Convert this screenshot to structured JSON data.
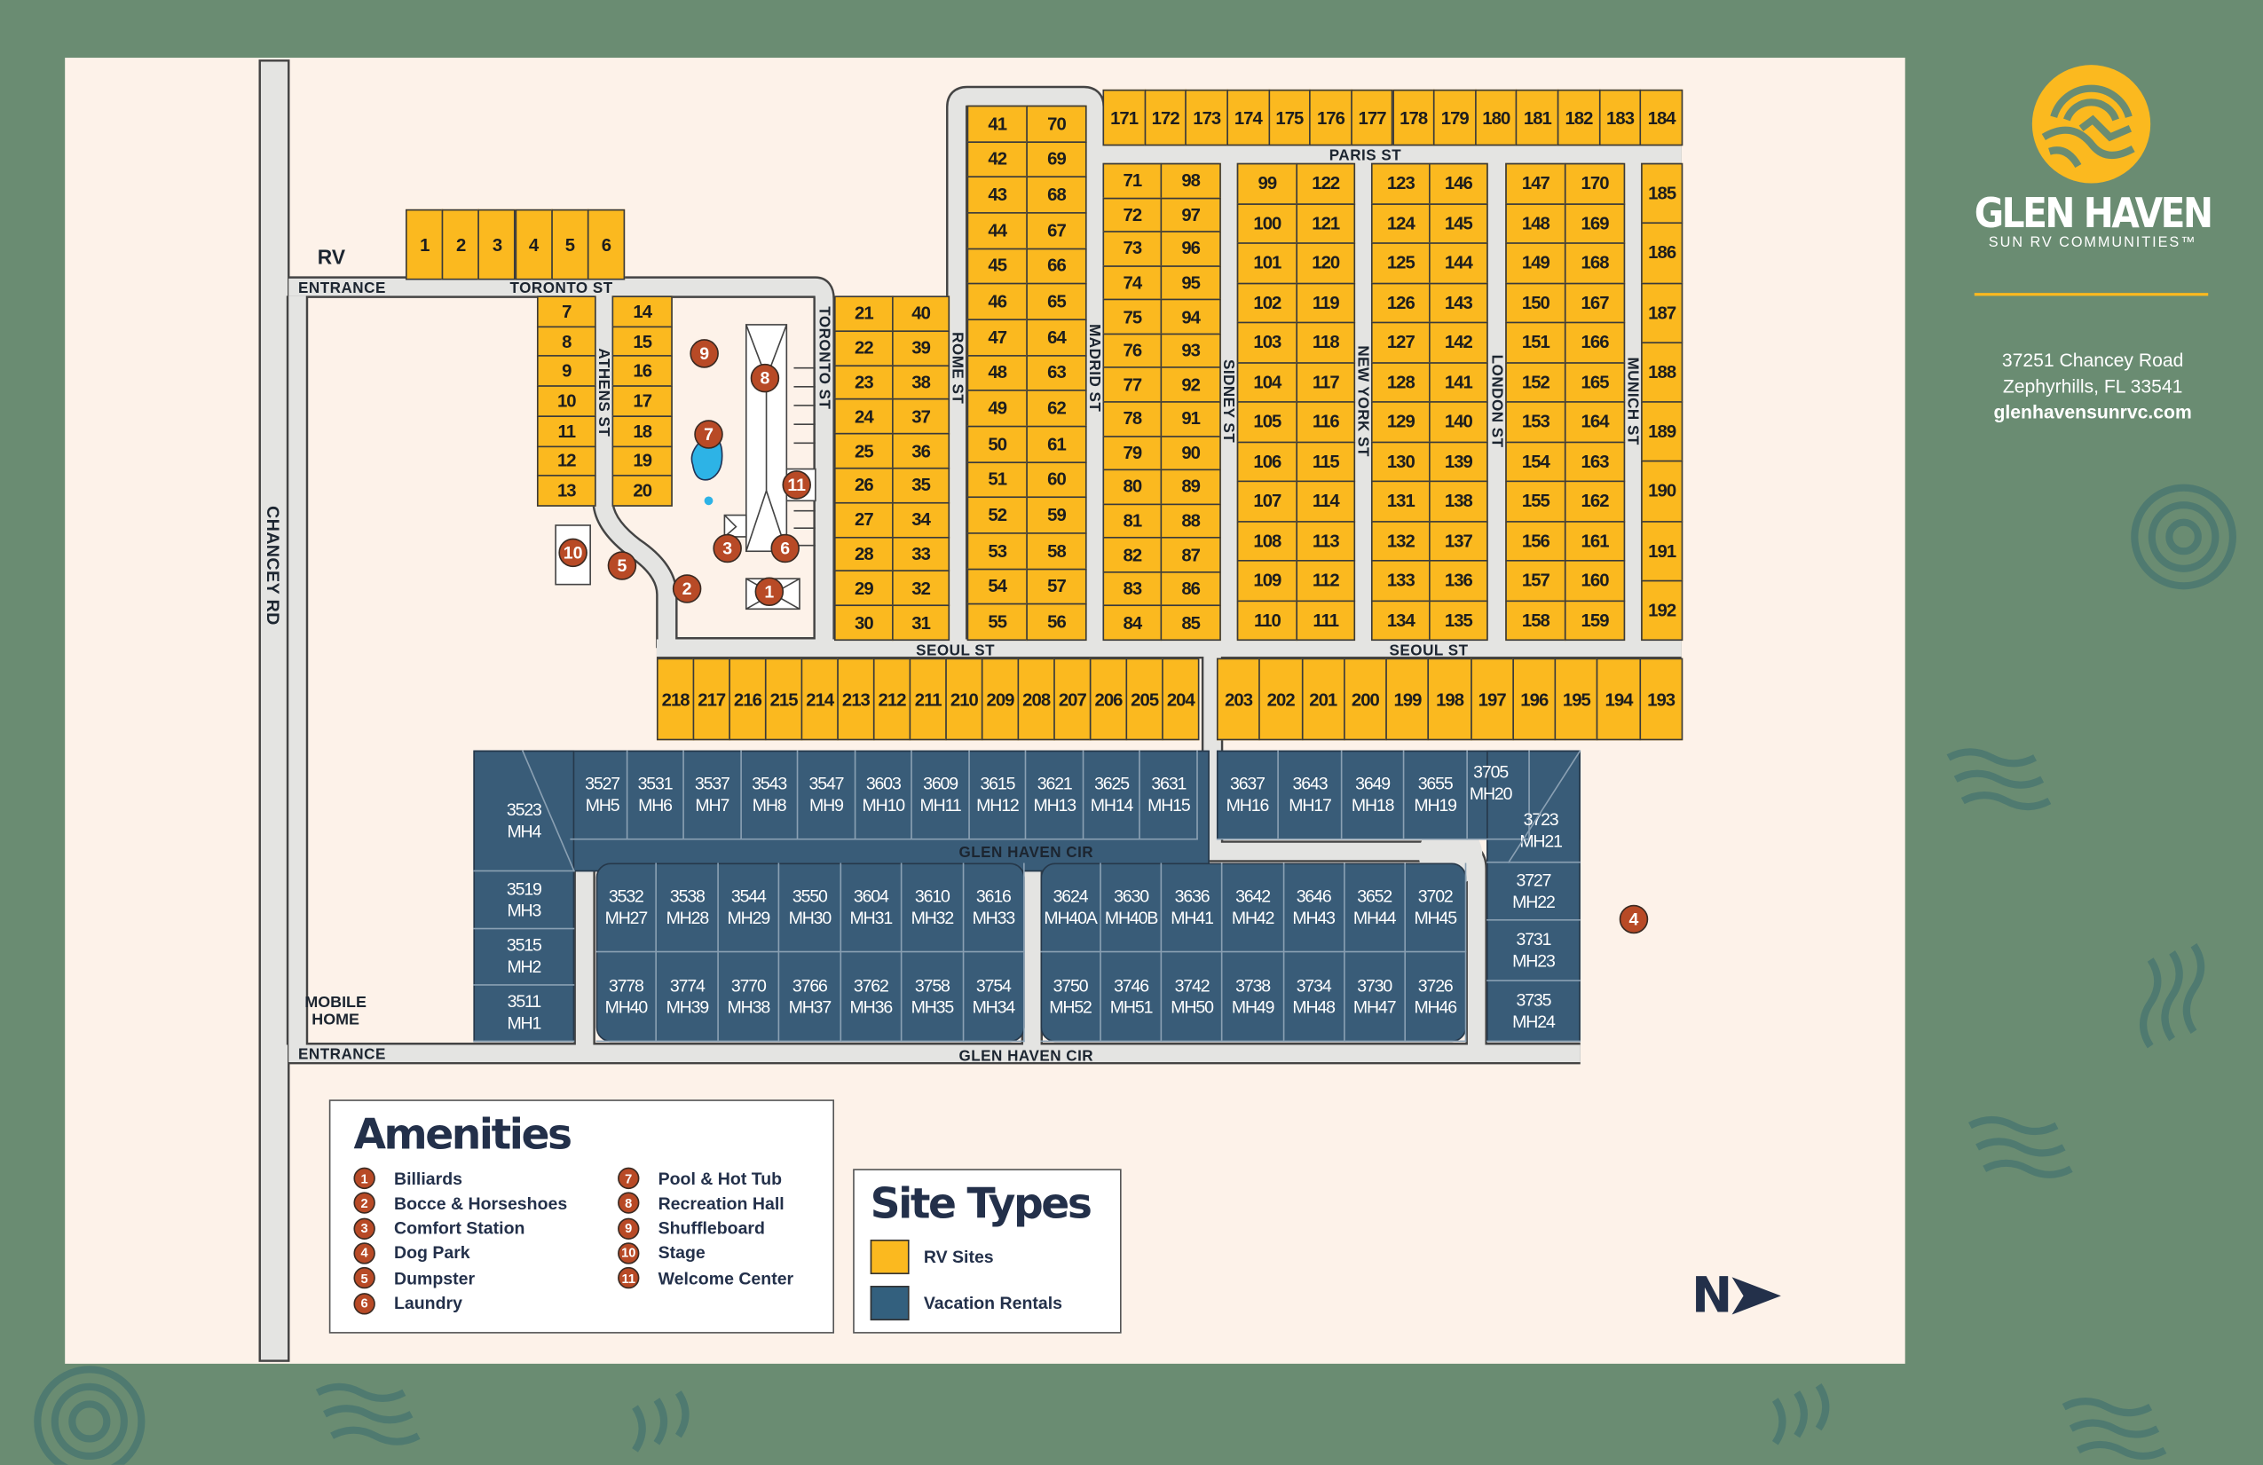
{
  "brand": {
    "name": "GLEN HAVEN",
    "tagline": "SUN RV COMMUNITIES™",
    "address_line1": "37251 Chancey Road",
    "address_line2": "Zephyrhills, FL 33541",
    "website": "glenhavensunrvc.com"
  },
  "colors": {
    "background": "#6a8c72",
    "map": "#fdf2e9",
    "rv_sites": "#fbb91f",
    "vacation_rentals": "#395c78",
    "amenity_marker": "#b84a26",
    "accent": "#fbb91f"
  },
  "entrances": {
    "rv": "RV",
    "rv_entrance": "ENTRANCE",
    "mobile_home": "MOBILE HOME",
    "mh_entrance": "ENTRANCE"
  },
  "streets": {
    "chancey": "CHANCEY RD",
    "toronto_h": "TORONTO ST",
    "toronto_v": "TORONTO ST",
    "athens": "ATHENS ST",
    "rome": "ROME ST",
    "madrid": "MADRID ST",
    "sidney": "SIDNEY ST",
    "new_york": "NEW YORK ST",
    "london": "LONDON ST",
    "munich": "MUNICH ST",
    "paris": "PARIS ST",
    "seoul_1": "SEOUL ST",
    "seoul_2": "SEOUL ST",
    "glen_haven_1": "GLEN HAVEN CIR",
    "glen_haven_2": "GLEN HAVEN CIR"
  },
  "rv_blocks": [
    [
      "1",
      "2",
      "3",
      "4",
      "5",
      "6"
    ],
    [
      "7",
      "8",
      "9",
      "10",
      "11",
      "12",
      "13"
    ],
    [
      "14",
      "15",
      "16",
      "17",
      "18",
      "19",
      "20"
    ],
    [
      "21",
      "22",
      "23",
      "24",
      "25",
      "26",
      "27",
      "28",
      "29",
      "30"
    ],
    [
      "40",
      "39",
      "38",
      "37",
      "36",
      "35",
      "34",
      "33",
      "32",
      "31"
    ],
    [
      "41",
      "42",
      "43",
      "44",
      "45",
      "46",
      "47",
      "48",
      "49",
      "50",
      "51",
      "52",
      "53",
      "54",
      "55"
    ],
    [
      "70",
      "69",
      "68",
      "67",
      "66",
      "65",
      "64",
      "63",
      "62",
      "61",
      "60",
      "59",
      "58",
      "57",
      "56"
    ],
    [
      "71",
      "72",
      "73",
      "74",
      "75",
      "76",
      "77",
      "78",
      "79",
      "80",
      "81",
      "82",
      "83",
      "84"
    ],
    [
      "98",
      "97",
      "96",
      "95",
      "94",
      "93",
      "92",
      "91",
      "90",
      "89",
      "88",
      "87",
      "86",
      "85"
    ],
    [
      "99",
      "100",
      "101",
      "102",
      "103",
      "104",
      "105",
      "106",
      "107",
      "108",
      "109",
      "110"
    ],
    [
      "122",
      "121",
      "120",
      "119",
      "118",
      "117",
      "116",
      "115",
      "114",
      "113",
      "112",
      "111"
    ],
    [
      "123",
      "124",
      "125",
      "126",
      "127",
      "128",
      "129",
      "130",
      "131",
      "132",
      "133",
      "134"
    ],
    [
      "146",
      "145",
      "144",
      "143",
      "142",
      "141",
      "140",
      "139",
      "138",
      "137",
      "136",
      "135"
    ],
    [
      "147",
      "148",
      "149",
      "150",
      "151",
      "152",
      "153",
      "154",
      "155",
      "156",
      "157",
      "158"
    ],
    [
      "170",
      "169",
      "168",
      "167",
      "166",
      "165",
      "164",
      "163",
      "162",
      "161",
      "160",
      "159"
    ],
    [
      "185",
      "186",
      "187",
      "188",
      "189",
      "190",
      "191",
      "192"
    ],
    [
      "171",
      "172",
      "173",
      "174",
      "175",
      "176",
      "177",
      "178",
      "179",
      "180",
      "181",
      "182",
      "183",
      "184"
    ],
    [
      "218",
      "217",
      "216",
      "215",
      "214",
      "213",
      "212",
      "211",
      "210",
      "209",
      "208",
      "207",
      "206",
      "205",
      "204"
    ],
    [
      "203",
      "202",
      "201",
      "200",
      "199",
      "198",
      "197",
      "196",
      "195",
      "194",
      "193"
    ]
  ],
  "mh_blocks": [
    [
      [
        "3523",
        "MH4"
      ],
      [
        "3519",
        "MH3"
      ],
      [
        "3515",
        "MH2"
      ],
      [
        "3511",
        "MH1"
      ]
    ],
    [
      [
        "3527",
        "MH5"
      ],
      [
        "3531",
        "MH6"
      ],
      [
        "3537",
        "MH7"
      ],
      [
        "3543",
        "MH8"
      ],
      [
        "3547",
        "MH9"
      ],
      [
        "3603",
        "MH10"
      ],
      [
        "3609",
        "MH11"
      ],
      [
        "3615",
        "MH12"
      ],
      [
        "3621",
        "MH13"
      ],
      [
        "3625",
        "MH14"
      ],
      [
        "3631",
        "MH15"
      ]
    ],
    [
      [
        "3637",
        "MH16"
      ],
      [
        "3643",
        "MH17"
      ],
      [
        "3649",
        "MH18"
      ],
      [
        "3655",
        "MH19"
      ],
      [
        "3705",
        "MH20"
      ]
    ],
    [
      [
        "3723",
        "MH21"
      ],
      [
        "3727",
        "MH22"
      ],
      [
        "3731",
        "MH23"
      ],
      [
        "3735",
        "MH24"
      ]
    ],
    [
      [
        "3532",
        "MH27"
      ],
      [
        "3538",
        "MH28"
      ],
      [
        "3544",
        "MH29"
      ],
      [
        "3550",
        "MH30"
      ],
      [
        "3604",
        "MH31"
      ],
      [
        "3610",
        "MH32"
      ],
      [
        "3616",
        "MH33"
      ]
    ],
    [
      [
        "3778",
        "MH40"
      ],
      [
        "3774",
        "MH39"
      ],
      [
        "3770",
        "MH38"
      ],
      [
        "3766",
        "MH37"
      ],
      [
        "3762",
        "MH36"
      ],
      [
        "3758",
        "MH35"
      ],
      [
        "3754",
        "MH34"
      ]
    ],
    [
      [
        "3624",
        "MH40A"
      ],
      [
        "3630",
        "MH40B"
      ],
      [
        "3636",
        "MH41"
      ],
      [
        "3642",
        "MH42"
      ],
      [
        "3646",
        "MH43"
      ],
      [
        "3652",
        "MH44"
      ],
      [
        "3702",
        "MH45"
      ]
    ],
    [
      [
        "3750",
        "MH52"
      ],
      [
        "3746",
        "MH51"
      ],
      [
        "3742",
        "MH50"
      ],
      [
        "3738",
        "MH49"
      ],
      [
        "3734",
        "MH48"
      ],
      [
        "3730",
        "MH47"
      ],
      [
        "3726",
        "MH46"
      ]
    ]
  ],
  "amenities_legend": {
    "title": "Amenities",
    "items": [
      {
        "number": "1",
        "label": "Billiards"
      },
      {
        "number": "2",
        "label": "Bocce & Horseshoes"
      },
      {
        "number": "3",
        "label": "Comfort Station"
      },
      {
        "number": "4",
        "label": "Dog Park"
      },
      {
        "number": "5",
        "label": "Dumpster"
      },
      {
        "number": "6",
        "label": "Laundry"
      },
      {
        "number": "7",
        "label": "Pool & Hot Tub"
      },
      {
        "number": "8",
        "label": "Recreation Hall"
      },
      {
        "number": "9",
        "label": "Shuffleboard"
      },
      {
        "number": "10",
        "label": "Stage"
      },
      {
        "number": "11",
        "label": "Welcome Center"
      }
    ]
  },
  "site_types": {
    "title": "Site Types",
    "items": [
      {
        "label": "RV Sites",
        "color": "#fbb91f"
      },
      {
        "label": "Vacation Rentals",
        "color": "#395c78"
      }
    ]
  },
  "north_label": "N"
}
